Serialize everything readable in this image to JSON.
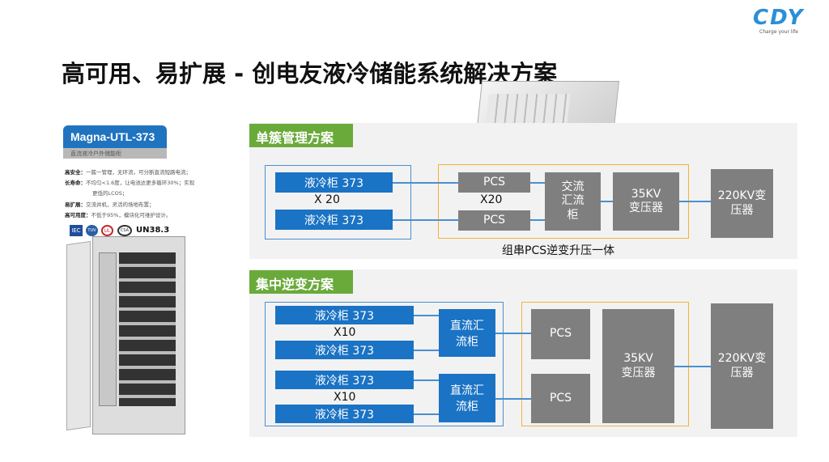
{
  "logo": {
    "text": "CDY",
    "slogan": "Charge your life"
  },
  "title": "高可用、易扩展 - 创电友液冷储能系统解决方案",
  "product": {
    "name": "Magna-UTL-373",
    "subtitle": "直流液冷户外储能柜",
    "specs": [
      {
        "k": "高安全：",
        "v": "一簇一管理，无环流，可分断直流短路电流；"
      },
      {
        "k": "长寿命：",
        "v": "不均匀<1.6度，让电池达更多循环30%；实现"
      },
      {
        "k": "",
        "v": "更低的LCOS；"
      },
      {
        "k": "易扩展：",
        "v": "交流并机，灵活的场地布置；"
      },
      {
        "k": "高可用度：",
        "v": "不低于95%，模块化可维护设计。"
      }
    ],
    "certs": [
      "IEC",
      "TUV",
      "UL",
      "CSA",
      "UN38.3"
    ]
  },
  "scheme1": {
    "label": "单簇管理方案",
    "cab1": "液冷柜 373",
    "mult1": "X 20",
    "cab2": "液冷柜 373",
    "pcs1": "PCS",
    "mult2": "X20",
    "pcs2": "PCS",
    "combiner": "交流\n汇流\n柜",
    "transformer": "35KV\n变压器",
    "grid": "220KV变\n压器",
    "caption": "组串PCS逆变升压一体"
  },
  "scheme2": {
    "label": "集中逆变方案",
    "cabs": [
      "液冷柜 373",
      "液冷柜 373",
      "液冷柜 373",
      "液冷柜 373"
    ],
    "mult": [
      "X10",
      "X10"
    ],
    "dc": [
      "直流汇\n流柜",
      "直流汇\n流柜"
    ],
    "pcs": [
      "PCS",
      "PCS"
    ],
    "transformer": "35KV\n变压器",
    "grid": "220KV变\n压器"
  }
}
